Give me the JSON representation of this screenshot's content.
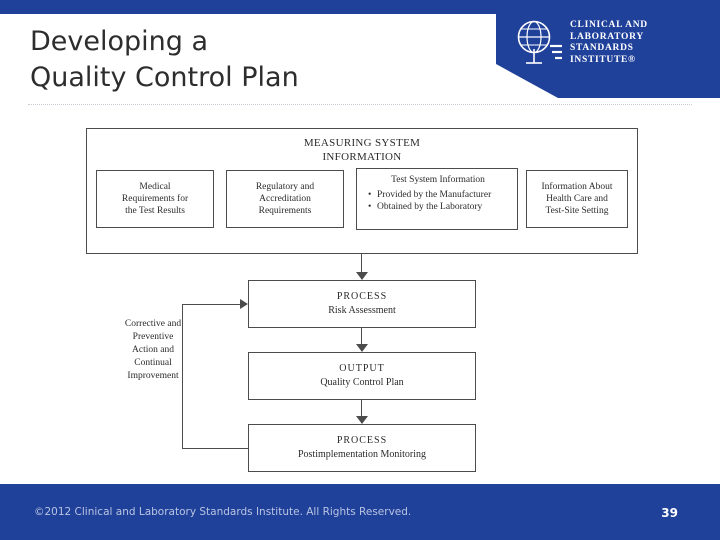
{
  "header": {
    "title_line1": "Developing a",
    "title_line2": "Quality Control Plan",
    "logo_icon": "globe-icon",
    "logo_line1": "CLINICAL AND",
    "logo_line2": "LABORATORY",
    "logo_line3": "STANDARDS",
    "logo_line4": "INSTITUTE®",
    "brand_color": "#20419a"
  },
  "diagram": {
    "measuring_system": {
      "title_line1": "MEASURING SYSTEM",
      "title_line2": "INFORMATION",
      "boxes": [
        {
          "lines": [
            "Medical",
            "Requirements for",
            "the Test Results"
          ]
        },
        {
          "lines": [
            "Regulatory and",
            "Accreditation",
            "Requirements"
          ]
        },
        {
          "lines": [
            "Information About",
            "Health Care and",
            "Test-Site Setting"
          ]
        }
      ],
      "test_system": {
        "heading": "Test System Information",
        "bullets": [
          "Provided by the Manufacturer",
          "Obtained by the Laboratory"
        ]
      }
    },
    "flow": [
      {
        "head": "PROCESS",
        "sub": "Risk Assessment"
      },
      {
        "head": "OUTPUT",
        "sub": "Quality Control Plan"
      },
      {
        "head": "PROCESS",
        "sub": "Postimplementation Monitoring"
      }
    ],
    "feedback_label": "Corrective and Preventive Action and Continual Improvement"
  },
  "footer": {
    "copyright": "©2012 Clinical and Laboratory Standards Institute. All Rights Reserved.",
    "slide_number": "39"
  }
}
